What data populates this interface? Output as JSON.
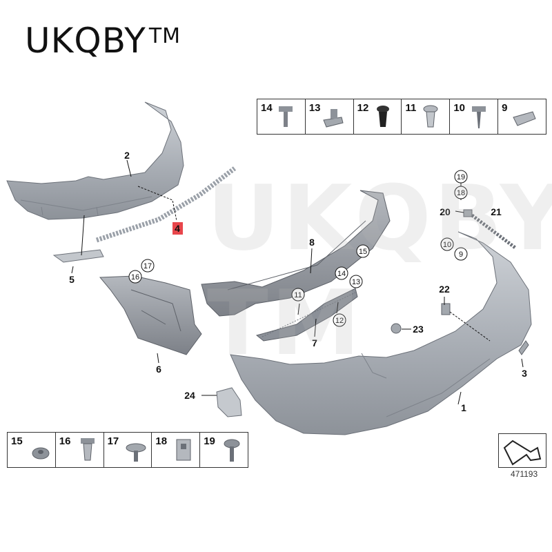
{
  "brand": {
    "name": "UKQBY",
    "tm": "TM"
  },
  "watermark": "UKQBY TM",
  "top_parts": [
    {
      "num": "14",
      "icon": "bolt-with-washer-icon"
    },
    {
      "num": "13",
      "icon": "clip-nut-icon"
    },
    {
      "num": "12",
      "icon": "expanding-rivet-icon"
    },
    {
      "num": "11",
      "icon": "plastic-rivet-icon"
    },
    {
      "num": "10",
      "icon": "flange-screw-icon"
    },
    {
      "num": "9",
      "icon": "spring-nut-icon"
    }
  ],
  "bottom_parts": [
    {
      "num": "15",
      "icon": "hex-nut-icon"
    },
    {
      "num": "16",
      "icon": "expanding-nut-icon"
    },
    {
      "num": "17",
      "icon": "screw-with-washer-icon"
    },
    {
      "num": "18",
      "icon": "square-clip-nut-icon"
    },
    {
      "num": "19",
      "icon": "collar-screw-icon"
    }
  ],
  "callouts": {
    "c1": "1",
    "c2": "2",
    "c3": "3",
    "c4": "4",
    "c5": "5",
    "c6": "6",
    "c7": "7",
    "c8": "8",
    "c20": "20",
    "c21": "21",
    "c22": "22",
    "c23": "23",
    "c24": "24"
  },
  "circled": {
    "c19a": "19",
    "c18a": "18",
    "c10a": "10",
    "c9a": "9",
    "c17a": "17",
    "c16a": "16",
    "c15a": "15",
    "c14a": "14",
    "c13a": "13",
    "c11a": "11",
    "c12a": "12"
  },
  "highlight_color": "#e8464b",
  "diagram_number": "471193"
}
